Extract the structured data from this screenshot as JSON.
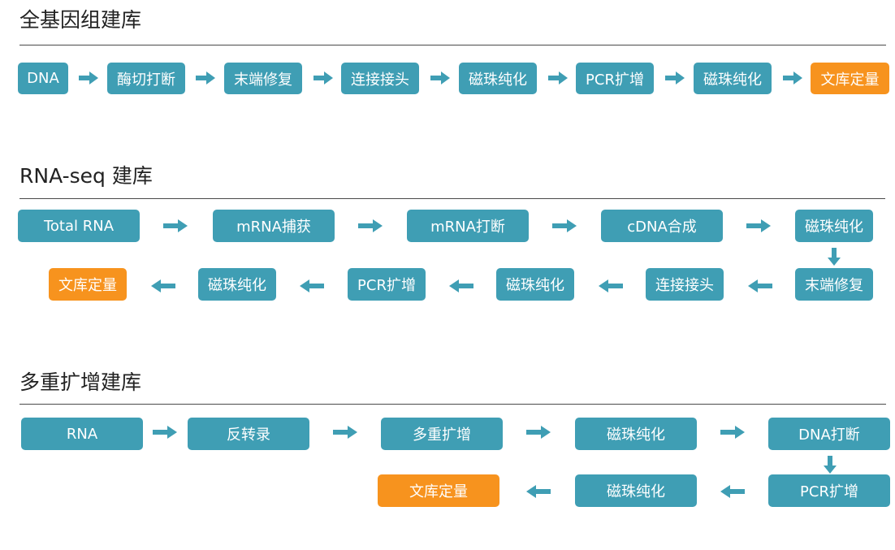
{
  "colors": {
    "node": "#3f9eb4",
    "final_node": "#f7931e",
    "arrow": "#3f9eb4",
    "rule": "#4a4a4a"
  },
  "sections": [
    {
      "title": "全基因组建库",
      "steps": [
        "DNA",
        "酶切打断",
        "末端修复",
        "连接接头",
        "磁珠纯化",
        "PCR扩增",
        "磁珠纯化",
        "文库定量"
      ]
    },
    {
      "title": "RNA-seq 建库",
      "steps": [
        "Total RNA",
        "mRNA捕获",
        "mRNA打断",
        "cDNA合成",
        "磁珠纯化",
        "末端修复",
        "连接接头",
        "磁珠纯化",
        "PCR扩增",
        "磁珠纯化",
        "文库定量"
      ]
    },
    {
      "title": "多重扩增建库",
      "steps": [
        "RNA",
        "反转录",
        "多重扩增",
        "磁珠纯化",
        "DNA打断",
        "PCR扩增",
        "磁珠纯化",
        "文库定量"
      ]
    }
  ]
}
